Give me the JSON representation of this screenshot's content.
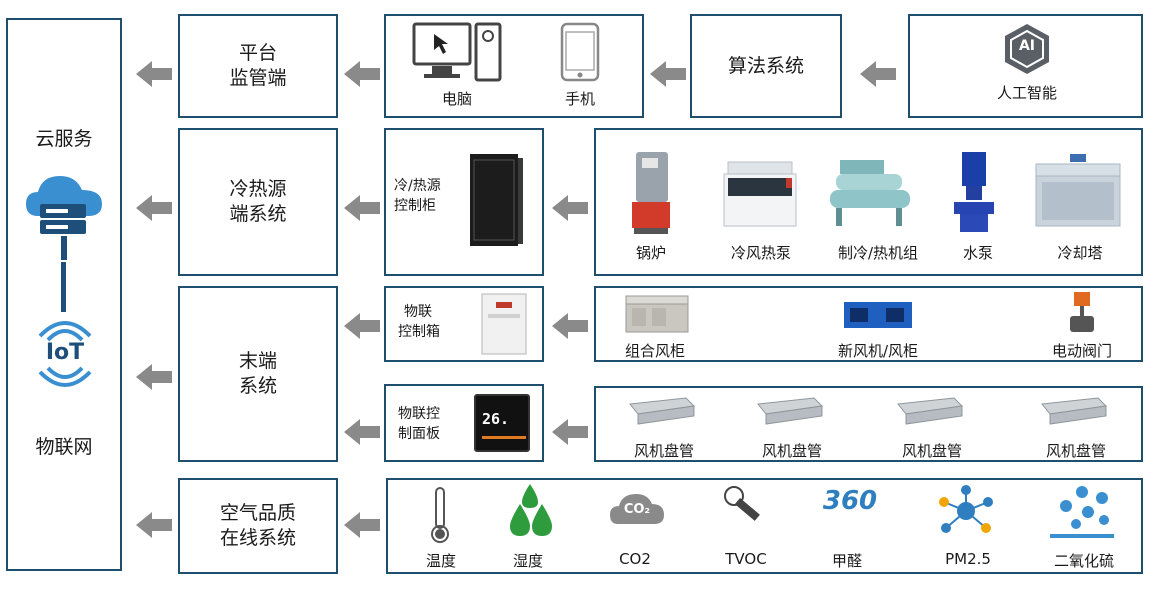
{
  "cloud": {
    "title": "云服务",
    "bottom": "物联网",
    "iot_text": "IoT"
  },
  "platform": {
    "line1": "平台",
    "line2": "监管端"
  },
  "terminals": {
    "pc": "电脑",
    "phone": "手机"
  },
  "algorithm": {
    "label": "算法系统"
  },
  "ai": {
    "label": "人工智能",
    "badge": "AI"
  },
  "source_system": {
    "line1": "冷热源",
    "line2": "端系统"
  },
  "source_cabinet": {
    "line1": "冷/热源",
    "line2": "控制柜"
  },
  "source_devices": [
    "锅炉",
    "冷风热泵",
    "制冷/热机组",
    "水泵",
    "冷却塔"
  ],
  "end_system": {
    "line1": "末端",
    "line2": "系统"
  },
  "iot_box": {
    "line1": "物联",
    "line2": "控制箱"
  },
  "end_devices_1": [
    "组合风柜",
    "新风机/风柜",
    "电动阀门"
  ],
  "iot_panel": {
    "line1": "物联控",
    "line2": "制面板",
    "display": "26."
  },
  "end_devices_2": [
    "风机盘管",
    "风机盘管",
    "风机盘管",
    "风机盘管"
  ],
  "air_system": {
    "line1": "空气品质",
    "line2": "在线系统"
  },
  "sensors": [
    "温度",
    "湿度",
    "CO2",
    "TVOC",
    "甲醛",
    "PM2.5",
    "二氧化硫"
  ],
  "sensor_icons": {
    "co2": "CO₂",
    "hcho": "360"
  },
  "colors": {
    "border": "#1f4f6f",
    "arrow": "#8a8a8a",
    "accent_blue": "#2f7fc0",
    "green": "#2e9b3d"
  }
}
